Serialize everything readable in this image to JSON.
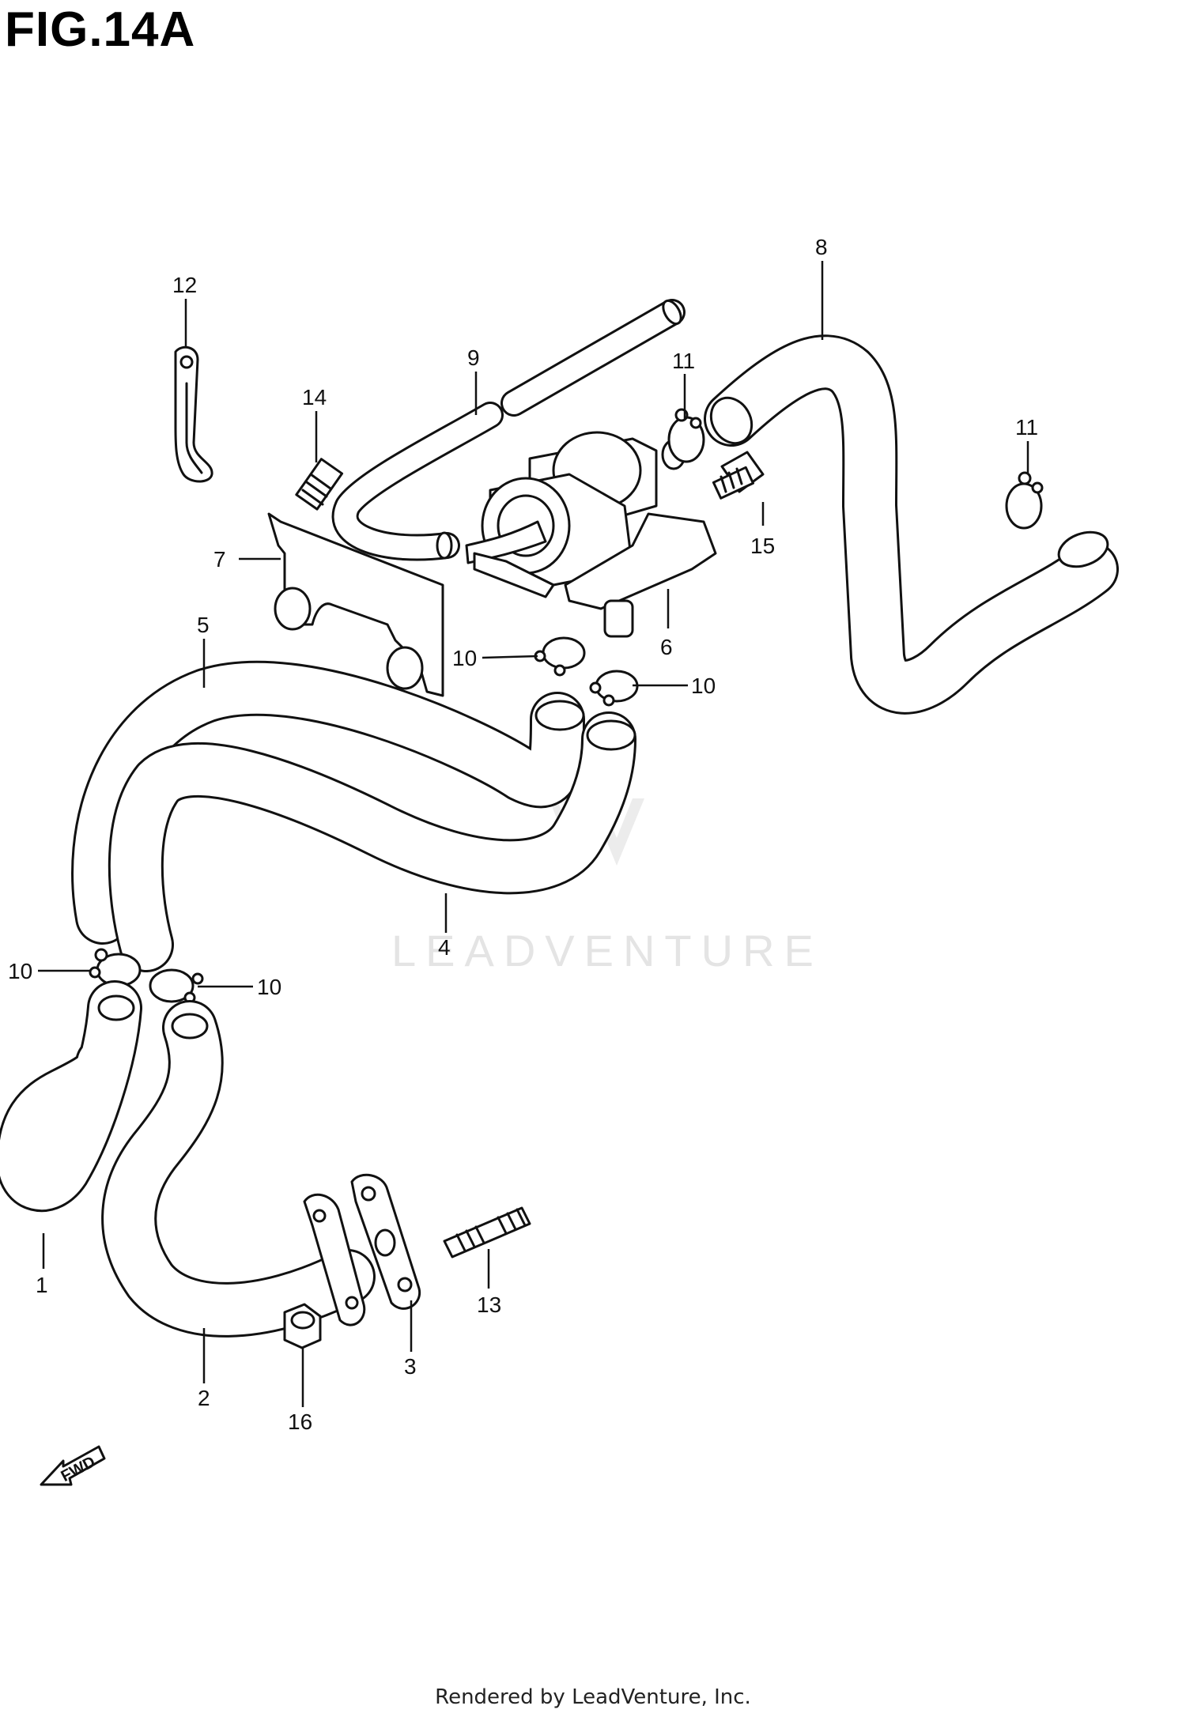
{
  "figure": {
    "title": "FIG.14A"
  },
  "footer": {
    "text": "Rendered by LeadVenture, Inc."
  },
  "watermark": {
    "text": "LEADVENTURE"
  },
  "fwd_badge": {
    "text": "FWD"
  },
  "callouts": [
    {
      "id": "c1",
      "number": "1"
    },
    {
      "id": "c2",
      "number": "2"
    },
    {
      "id": "c3",
      "number": "3"
    },
    {
      "id": "c4",
      "number": "4"
    },
    {
      "id": "c5",
      "number": "5"
    },
    {
      "id": "c6",
      "number": "6"
    },
    {
      "id": "c7",
      "number": "7"
    },
    {
      "id": "c8",
      "number": "8"
    },
    {
      "id": "c9",
      "number": "9"
    },
    {
      "id": "c10a",
      "number": "10"
    },
    {
      "id": "c10b",
      "number": "10"
    },
    {
      "id": "c10c",
      "number": "10"
    },
    {
      "id": "c10d",
      "number": "10"
    },
    {
      "id": "c11a",
      "number": "11"
    },
    {
      "id": "c11b",
      "number": "11"
    },
    {
      "id": "c12",
      "number": "12"
    },
    {
      "id": "c13",
      "number": "13"
    },
    {
      "id": "c14",
      "number": "14"
    },
    {
      "id": "c15",
      "number": "15"
    },
    {
      "id": "c16",
      "number": "16"
    }
  ],
  "colors": {
    "line": "#111111",
    "background": "#ffffff",
    "watermark": "#e4e4e4"
  }
}
